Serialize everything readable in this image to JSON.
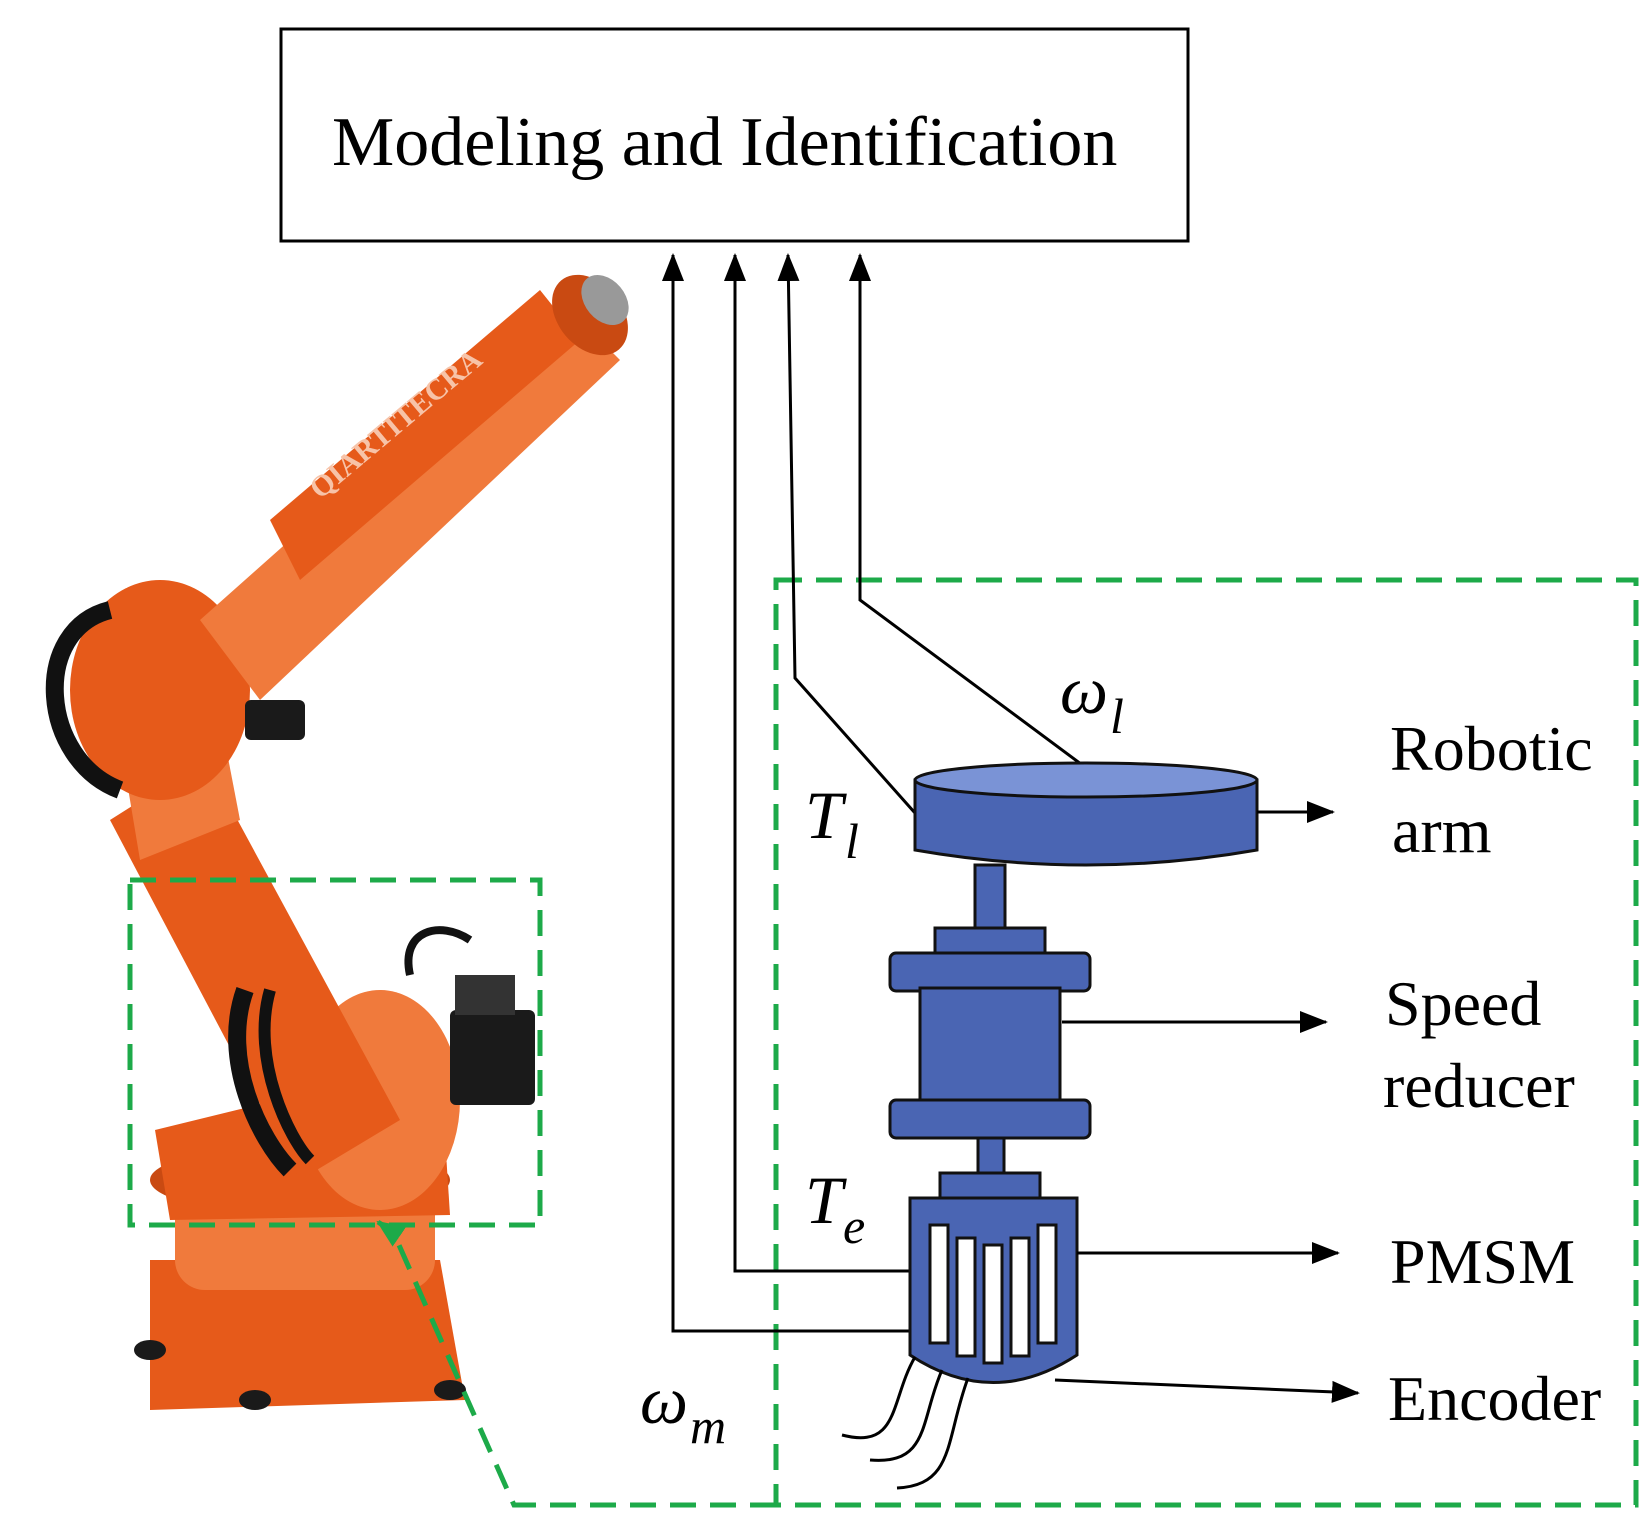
{
  "title_box": {
    "text": "Modeling and Identification"
  },
  "robot": {
    "logo_text": "QIARTITECRA"
  },
  "variables": {
    "omega_l": {
      "symbol": "ω",
      "sub": "l"
    },
    "T_l": {
      "symbol": "T",
      "sub": "l"
    },
    "T_e": {
      "symbol": "T",
      "sub": "e"
    },
    "omega_m": {
      "symbol": "ω",
      "sub": "m"
    }
  },
  "components": {
    "robotic_arm": {
      "line1": "Robotic",
      "line2": "arm"
    },
    "speed_reducer": {
      "line1": "Speed",
      "line2": "reducer"
    },
    "pmsm": {
      "line1": "PMSM"
    },
    "encoder": {
      "line1": "Encoder"
    }
  },
  "colors": {
    "component_blue": "#4a65b3",
    "highlight_dash": "#1daa49",
    "robot_orange": "#e65a1a"
  }
}
